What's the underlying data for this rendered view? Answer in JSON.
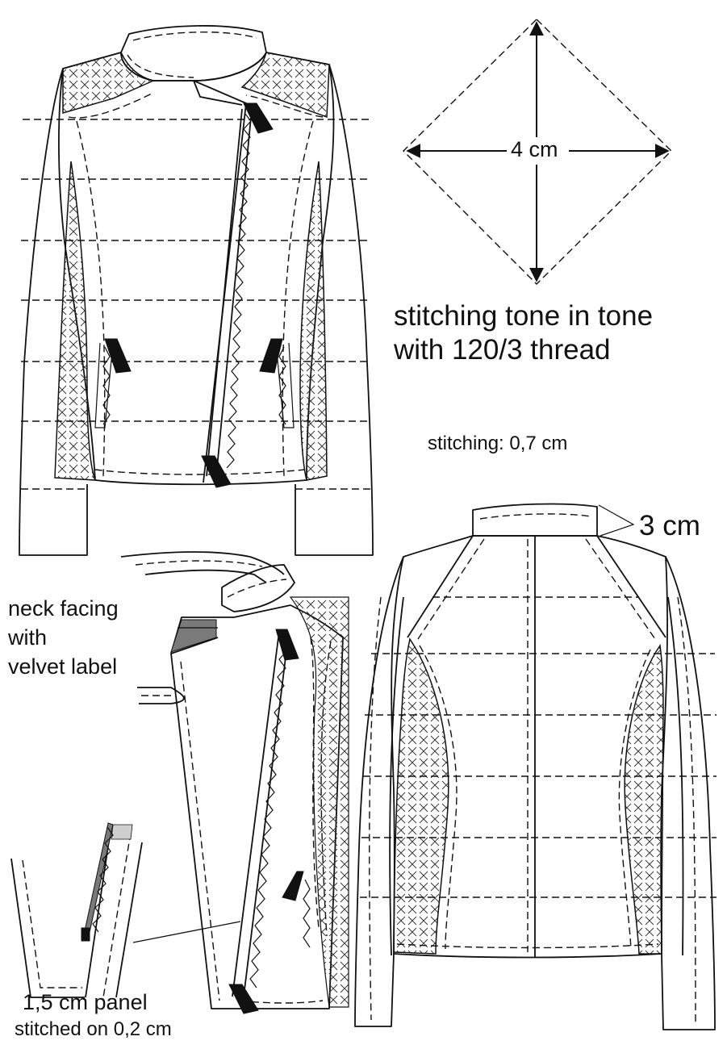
{
  "diagram": {
    "square_dimension_label": "4 cm",
    "stitching_note_line1": "stitching tone in tone",
    "stitching_note_line2": "with 120/3 thread",
    "stitching_width_label": "stitching: 0,7 cm",
    "collar_height_label": "3 cm",
    "neck_facing_line1": "neck facing",
    "neck_facing_line2": "with",
    "neck_facing_line3": "velvet label",
    "panel_line1": "1,5 cm panel",
    "panel_line2": "stitched on 0,2 cm"
  },
  "colors": {
    "ink": "#111111",
    "velvet_label": "#7a7a7a",
    "panel_grey": "#cfcfcf"
  }
}
